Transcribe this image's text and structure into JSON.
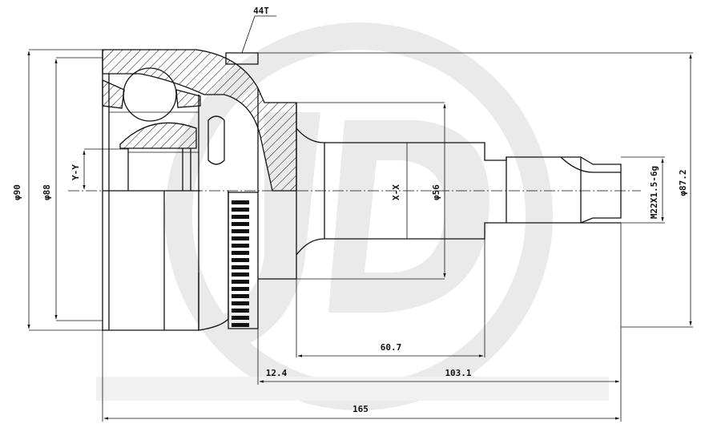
{
  "dimensions": {
    "phi90": "φ90",
    "phi88": "φ88",
    "phi56": "φ56",
    "phi87_2": "φ87.2",
    "thread": "M22X1.5-6g",
    "teeth": "44T",
    "len_60_7": "60.7",
    "len_12_4": "12.4",
    "len_103_1": "103.1",
    "len_165": "165"
  },
  "section_labels": {
    "yy": "Y-Y",
    "xx": "X-X"
  },
  "colors": {
    "line": "#111111",
    "watermark": "#d9d9d9"
  }
}
